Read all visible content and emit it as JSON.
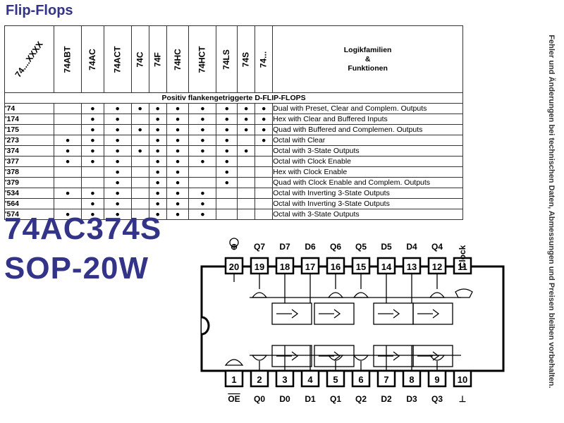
{
  "title": "Flip-Flops",
  "table": {
    "corner_label": "74....XXXX",
    "families": [
      "74ABT",
      "74AC",
      "74ACT",
      "74C",
      "74F",
      "74HC",
      "74HCT",
      "74LS",
      "74S",
      "74..."
    ],
    "func_title_1": "Logikfamilien",
    "func_title_2": "&",
    "func_title_3": "Funktionen",
    "section": "Positiv flankengetriggerte D-FLIP-FLOPS",
    "dot_symbol": "●",
    "rows": [
      {
        "code": "'74",
        "marks": [
          0,
          1,
          1,
          1,
          1,
          1,
          1,
          1,
          1,
          1
        ],
        "desc": "Dual with Preset, Clear and Complem. Outputs"
      },
      {
        "code": "'174",
        "marks": [
          0,
          1,
          1,
          0,
          1,
          1,
          1,
          1,
          1,
          1
        ],
        "desc": "Hex with Clear and Buffered Inputs"
      },
      {
        "code": "'175",
        "marks": [
          0,
          1,
          1,
          1,
          1,
          1,
          1,
          1,
          1,
          1
        ],
        "desc": "Quad with Buffered and Complemen. Outputs"
      },
      {
        "code": "'273",
        "marks": [
          1,
          1,
          1,
          0,
          1,
          1,
          1,
          1,
          0,
          1
        ],
        "desc": "Octal with Clear"
      },
      {
        "code": "'374",
        "marks": [
          1,
          1,
          1,
          1,
          1,
          1,
          1,
          1,
          1,
          0
        ],
        "desc": "Octal with 3-State Outputs"
      },
      {
        "code": "'377",
        "marks": [
          1,
          1,
          1,
          0,
          1,
          1,
          1,
          1,
          0,
          0
        ],
        "desc": "Octal with Clock Enable"
      },
      {
        "code": "'378",
        "marks": [
          0,
          0,
          1,
          0,
          1,
          1,
          0,
          1,
          0,
          0
        ],
        "desc": "Hex with Clock Enable"
      },
      {
        "code": "'379",
        "marks": [
          0,
          0,
          1,
          0,
          1,
          1,
          0,
          1,
          0,
          0
        ],
        "desc": "Quad with Clock Enable and Complem. Outputs"
      },
      {
        "code": "'534",
        "marks": [
          1,
          1,
          1,
          0,
          1,
          1,
          1,
          0,
          0,
          0
        ],
        "desc": "Octal with Inverting 3-State Outputs"
      },
      {
        "code": "'564",
        "marks": [
          0,
          1,
          1,
          0,
          1,
          1,
          1,
          0,
          0,
          0
        ],
        "desc": "Octal with Inverting 3-State Outputs"
      },
      {
        "code": "'574",
        "marks": [
          1,
          1,
          1,
          0,
          1,
          1,
          1,
          0,
          0,
          0
        ],
        "desc": "Octal with 3-State Outputs"
      }
    ]
  },
  "part_number": "74AC374S",
  "package": "SOP-20W",
  "side_note": "Fehler und Änderungen bei technischen Daten, Abmessungen und Preisen bleiben vorbehalten.",
  "diagram": {
    "top_pins": [
      {
        "num": "20",
        "label": "⊕"
      },
      {
        "num": "19",
        "label": "Q7"
      },
      {
        "num": "18",
        "label": "D7"
      },
      {
        "num": "17",
        "label": "D6"
      },
      {
        "num": "16",
        "label": "Q6"
      },
      {
        "num": "15",
        "label": "Q5"
      },
      {
        "num": "14",
        "label": "D5"
      },
      {
        "num": "13",
        "label": "D4"
      },
      {
        "num": "12",
        "label": "Q4"
      },
      {
        "num": "11",
        "label": "Clock"
      }
    ],
    "bottom_pins": [
      {
        "num": "1",
        "label": "OE"
      },
      {
        "num": "2",
        "label": "Q0"
      },
      {
        "num": "3",
        "label": "D0"
      },
      {
        "num": "4",
        "label": "D1"
      },
      {
        "num": "5",
        "label": "Q1"
      },
      {
        "num": "6",
        "label": "Q2"
      },
      {
        "num": "7",
        "label": "D2"
      },
      {
        "num": "8",
        "label": "D3"
      },
      {
        "num": "9",
        "label": "Q3"
      },
      {
        "num": "10",
        "label": "⊥"
      }
    ]
  }
}
